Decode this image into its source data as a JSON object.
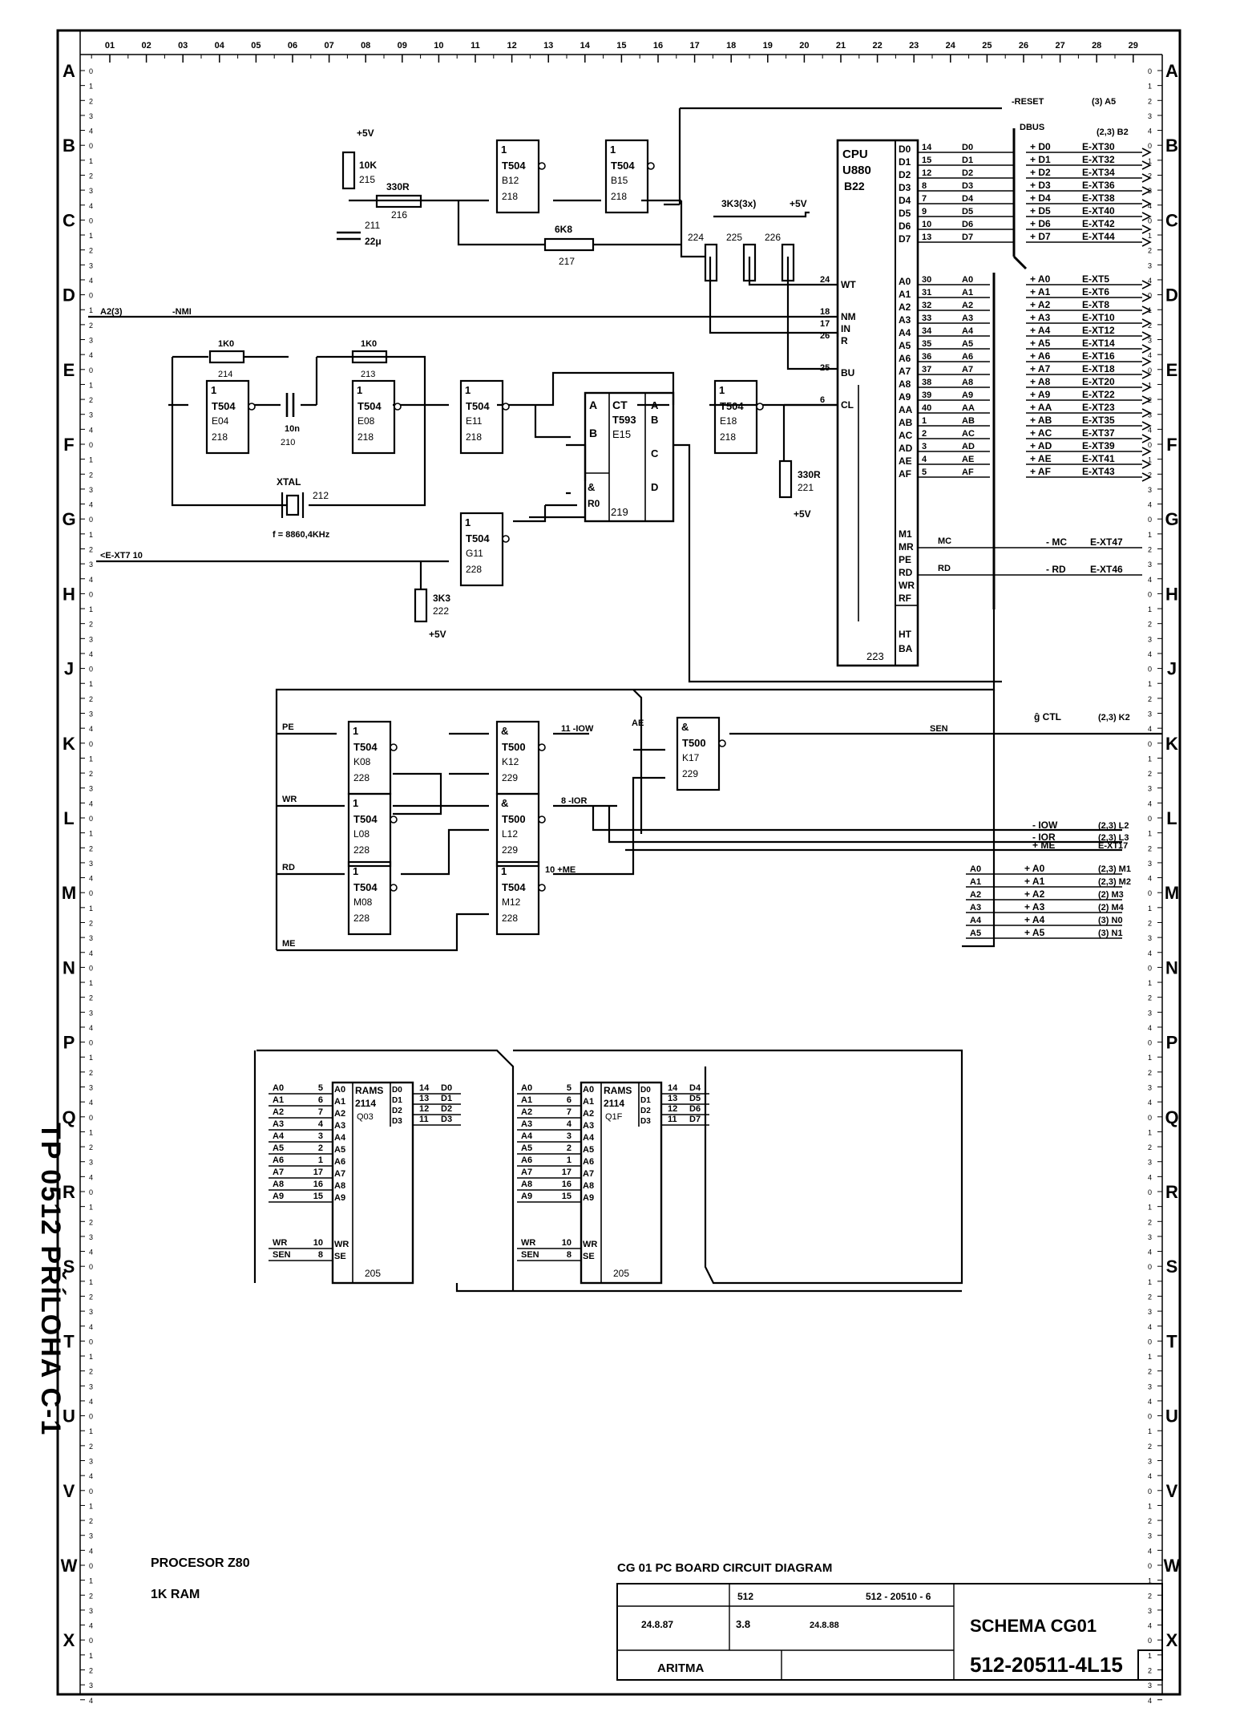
{
  "margin": {
    "title": "TP 0512  PŘÍLOHA  C-1"
  },
  "grid": {
    "columns": [
      "01",
      "02",
      "03",
      "04",
      "05",
      "06",
      "07",
      "08",
      "09",
      "10",
      "11",
      "12",
      "13",
      "14",
      "15",
      "16",
      "17",
      "18",
      "19",
      "20",
      "21",
      "22",
      "23",
      "24",
      "25",
      "26",
      "27",
      "28",
      "29"
    ],
    "rows": [
      "A",
      "B",
      "C",
      "D",
      "E",
      "F",
      "G",
      "H",
      "J",
      "K",
      "L",
      "M",
      "N",
      "P",
      "Q",
      "R",
      "S",
      "T",
      "U",
      "V",
      "W",
      "X"
    ]
  },
  "components": {
    "cpu": {
      "title": "CPU",
      "type": "U880",
      "ref": "B22",
      "number": "223",
      "data_pins": [
        "D0",
        "D1",
        "D2",
        "D3",
        "D4",
        "D5",
        "D6",
        "D7"
      ],
      "addr_pins": [
        "A0",
        "A1",
        "A2",
        "A3",
        "A4",
        "A5",
        "A6",
        "A7",
        "A8",
        "A9",
        "AA",
        "AB",
        "AC",
        "AD",
        "AE",
        "AF"
      ],
      "ctl_pins": [
        "M1",
        "MR",
        "PE",
        "RD",
        "WR",
        "RF"
      ],
      "left_pins": [
        "WT",
        "NM",
        "IN",
        "R",
        "BU",
        "CL"
      ],
      "bottom_pins": [
        "HT",
        "BA"
      ]
    },
    "counter": {
      "title": "CT",
      "type": "T593",
      "ref": "E15",
      "number": "219"
    },
    "ram1": {
      "title": "RAMS",
      "type": "2114",
      "ref": "Q03",
      "number": "205"
    },
    "ram2": {
      "title": "RAMS",
      "type": "2114",
      "ref": "Q1F",
      "number": "205"
    },
    "gates": [
      {
        "num": "1",
        "type": "T504",
        "ref": "B12",
        "number": "218"
      },
      {
        "num": "1",
        "type": "T504",
        "ref": "B15",
        "number": "218"
      },
      {
        "num": "1",
        "type": "T504",
        "ref": "E04",
        "number": "218"
      },
      {
        "num": "1",
        "type": "T504",
        "ref": "E08",
        "number": "218"
      },
      {
        "num": "1",
        "type": "T504",
        "ref": "E11",
        "number": "218"
      },
      {
        "num": "1",
        "type": "T504",
        "ref": "E18",
        "number": "218"
      },
      {
        "num": "1",
        "type": "T504",
        "ref": "G11",
        "number": "228"
      },
      {
        "num": "1",
        "type": "T504",
        "ref": "K08",
        "number": "228"
      },
      {
        "num": "1",
        "type": "T504",
        "ref": "L08",
        "number": "228"
      },
      {
        "num": "1",
        "type": "T504",
        "ref": "M08",
        "number": "228"
      },
      {
        "num": "&",
        "type": "T500",
        "ref": "K12",
        "number": "229"
      },
      {
        "num": "&",
        "type": "T500",
        "ref": "L12",
        "number": "229"
      },
      {
        "num": "1",
        "type": "T504",
        "ref": "M12",
        "number": "228"
      },
      {
        "num": "&",
        "type": "T500",
        "ref": "K17",
        "number": "229"
      }
    ],
    "passives": {
      "r215": "10K",
      "r215_ref": "215",
      "r216": "330R",
      "r216_ref": "216",
      "c211": "22μ",
      "c211_ref": "211",
      "r217": "6K8",
      "r217_ref": "217",
      "rnet": "3K3(3x)",
      "rnet_refs": [
        "224",
        "225",
        "226"
      ],
      "r214": "1K0",
      "r214_ref": "214",
      "r213": "1K0",
      "r213_ref": "213",
      "c210": "10n",
      "c210_ref": "210",
      "xtal": "XTAL",
      "xtal_ref": "212",
      "xtal_freq": "f = 8860,4KHz",
      "r221": "330R",
      "r221_ref": "221",
      "r222": "3K3",
      "r222_ref": "222"
    },
    "supply": "+5V"
  },
  "signals": {
    "reset": "-RESET",
    "reset_dest": "(3) A5",
    "dbus": "DBUS",
    "dbus_dest": "(2,3) B2",
    "nmi": "A2(3)",
    "nmi_name": "-NMI",
    "xt7": "E-XT7",
    "ctl": "ĝ CTL",
    "ctl_dest": "(2,3) K2",
    "sen": "SEN",
    "iow": "- IOW",
    "iow_dest": "(2,3) L2",
    "ior": "- IOR",
    "ior_dest": "(2,3) L3",
    "me": "+ ME",
    "me_dest": "E-XT17",
    "mreq": "- MC",
    "mreq_dest": "E-XT47",
    "rd_out": "- RD",
    "rd_dest": "E-XT46",
    "data_bus": [
      {
        "pin": "14",
        "net": "D0",
        "label": "+ D0",
        "conn": "E-XT30"
      },
      {
        "pin": "15",
        "net": "D1",
        "label": "+ D1",
        "conn": "E-XT32"
      },
      {
        "pin": "12",
        "net": "D2",
        "label": "+ D2",
        "conn": "E-XT34"
      },
      {
        "pin": "8",
        "net": "D3",
        "label": "+ D3",
        "conn": "E-XT36"
      },
      {
        "pin": "7",
        "net": "D4",
        "label": "+ D4",
        "conn": "E-XT38"
      },
      {
        "pin": "9",
        "net": "D5",
        "label": "+ D5",
        "conn": "E-XT40"
      },
      {
        "pin": "10",
        "net": "D6",
        "label": "+ D6",
        "conn": "E-XT42"
      },
      {
        "pin": "13",
        "net": "D7",
        "label": "+ D7",
        "conn": "E-XT44"
      }
    ],
    "addr_bus": [
      {
        "pin": "30",
        "net": "A0",
        "label": "+ A0",
        "conn": "E-XT5"
      },
      {
        "pin": "31",
        "net": "A1",
        "label": "+ A1",
        "conn": "E-XT6"
      },
      {
        "pin": "32",
        "net": "A2",
        "label": "+ A2",
        "conn": "E-XT8"
      },
      {
        "pin": "33",
        "net": "A3",
        "label": "+ A3",
        "conn": "E-XT10"
      },
      {
        "pin": "34",
        "net": "A4",
        "label": "+ A4",
        "conn": "E-XT12"
      },
      {
        "pin": "35",
        "net": "A5",
        "label": "+ A5",
        "conn": "E-XT14"
      },
      {
        "pin": "36",
        "net": "A6",
        "label": "+ A6",
        "conn": "E-XT16"
      },
      {
        "pin": "37",
        "net": "A7",
        "label": "+ A7",
        "conn": "E-XT18"
      },
      {
        "pin": "38",
        "net": "A8",
        "label": "+ A8",
        "conn": "E-XT20"
      },
      {
        "pin": "39",
        "net": "A9",
        "label": "+ A9",
        "conn": "E-XT22"
      },
      {
        "pin": "40",
        "net": "AA",
        "label": "+ AA",
        "conn": "E-XT23"
      },
      {
        "pin": "1",
        "net": "AB",
        "label": "+ AB",
        "conn": "E-XT35"
      },
      {
        "pin": "2",
        "net": "AC",
        "label": "+ AC",
        "conn": "E-XT37"
      },
      {
        "pin": "3",
        "net": "AD",
        "label": "+ AD",
        "conn": "E-XT39"
      },
      {
        "pin": "4",
        "net": "AE",
        "label": "+ AE",
        "conn": "E-XT41"
      },
      {
        "pin": "5",
        "net": "AF",
        "label": "+ AF",
        "conn": "E-XT43"
      }
    ],
    "low_addr": [
      {
        "net": "A0",
        "label": "+ A0",
        "dest": "(2,3) M1"
      },
      {
        "net": "A1",
        "label": "+ A1",
        "dest": "(2,3) M2"
      },
      {
        "net": "A2",
        "label": "+ A2",
        "dest": "(2) M3"
      },
      {
        "net": "A3",
        "label": "+ A3",
        "dest": "(2) M4"
      },
      {
        "net": "A4",
        "label": "+ A4",
        "dest": "(3) N0"
      },
      {
        "net": "A5",
        "label": "+ A5",
        "dest": "(3) N1"
      }
    ],
    "ram_addr": [
      {
        "net": "A0",
        "pin": "5"
      },
      {
        "net": "A1",
        "pin": "6"
      },
      {
        "net": "A2",
        "pin": "7"
      },
      {
        "net": "A3",
        "pin": "4"
      },
      {
        "net": "A4",
        "pin": "3"
      },
      {
        "net": "A5",
        "pin": "2"
      },
      {
        "net": "A6",
        "pin": "1"
      },
      {
        "net": "A7",
        "pin": "17"
      },
      {
        "net": "A8",
        "pin": "16"
      },
      {
        "net": "A9",
        "pin": "15"
      }
    ],
    "ram_addr_pins2": [
      "5",
      "6",
      "7",
      "4",
      "3",
      "2",
      "1",
      "17",
      "16",
      "15"
    ],
    "ram_pin_names": [
      "A0",
      "A1",
      "A2",
      "A3",
      "A4",
      "A5",
      "A6",
      "A7",
      "A8",
      "A9"
    ],
    "ram1_data": [
      {
        "pin": "14",
        "net": "D0"
      },
      {
        "pin": "13",
        "net": "D1"
      },
      {
        "pin": "12",
        "net": "D2"
      },
      {
        "pin": "11",
        "net": "D3"
      }
    ],
    "ram2_data": [
      {
        "pin": "14",
        "net": "D4"
      },
      {
        "pin": "13",
        "net": "D5"
      },
      {
        "pin": "12",
        "net": "D6"
      },
      {
        "pin": "11",
        "net": "D7"
      }
    ],
    "ram_ctrl": [
      {
        "net": "WR",
        "pin": "10",
        "name": "WR"
      },
      {
        "net": "SEN",
        "pin": "8",
        "name": "SE"
      }
    ],
    "ram_ctrl2": [
      {
        "net": "WR",
        "pin": "10",
        "name": "WR"
      },
      {
        "net": "SEN",
        "pin": "8",
        "name": "SE"
      }
    ],
    "decoder_inputs": [
      "PE",
      "WR",
      "RD",
      "ME"
    ],
    "ae": "AE"
  },
  "notes": {
    "title1": "PROCESOR   Z80",
    "title2": "1K RAM",
    "heading": "CG 01  PC BOARD CIRCUIT DIAGRAM"
  },
  "titleblock": {
    "proj": "512",
    "drawing": "512 - 20510 - 6",
    "date1": "24.8.87",
    "date2": "24.8.88",
    "rev": "3.8",
    "name": "SCHEMA CG01",
    "number": "512-20511-4L15",
    "company": "ARITMA"
  }
}
